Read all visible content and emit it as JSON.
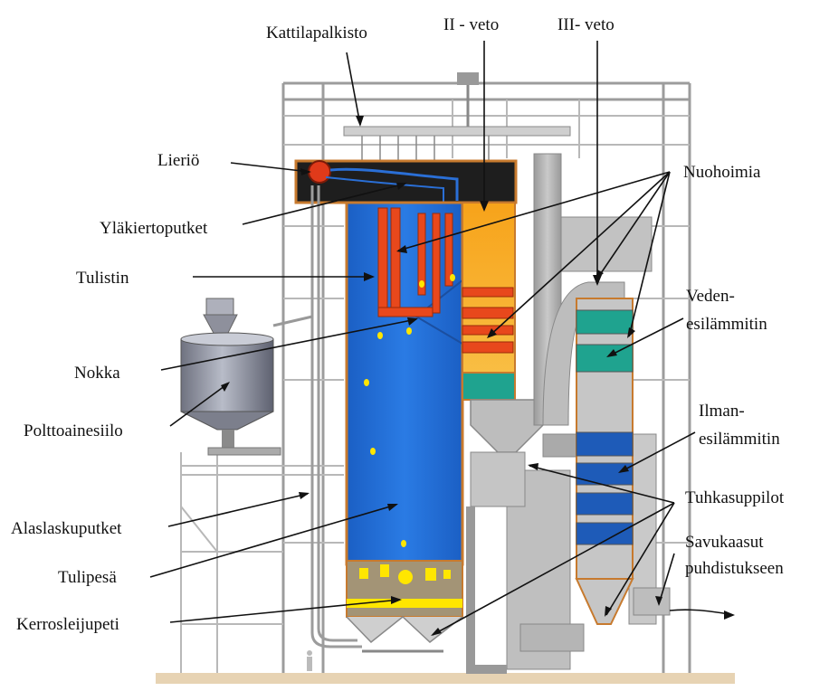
{
  "labels": {
    "kattilapalkisto": "Kattilapalkisto",
    "toinen_veto": "II - veto",
    "kolmas_veto": "III- veto",
    "lierio": "Lieriö",
    "ylakiertoputket": "Yläkiertoputket",
    "tulistin": "Tulistin",
    "nokka": "Nokka",
    "polttoainesiilo": "Polttoainesiilo",
    "alaslaskuputket": "Alaslaskuputket",
    "tulipesa": "Tulipesä",
    "kerrosleijupeti": "Kerrosleijupeti",
    "nuohoimia": "Nuohoimia",
    "veden_1": "Veden-",
    "veden_2": "esilämmitin",
    "ilman_1": "Ilman-",
    "ilman_2": "esilämmitin",
    "tuhkasuppilot": "Tuhkasuppilot",
    "savukaasut_1": "Savukaasut",
    "savukaasut_2": "puhdistukseen"
  },
  "colors": {
    "furnace": "#1f6fd6",
    "superheater": "#e8481c",
    "second_pass": "#f7a81e",
    "economizer": "#1fa38f",
    "air_preheater": "#1e5bb8",
    "steel": "#b0b0b0",
    "bed": "#a39476"
  }
}
